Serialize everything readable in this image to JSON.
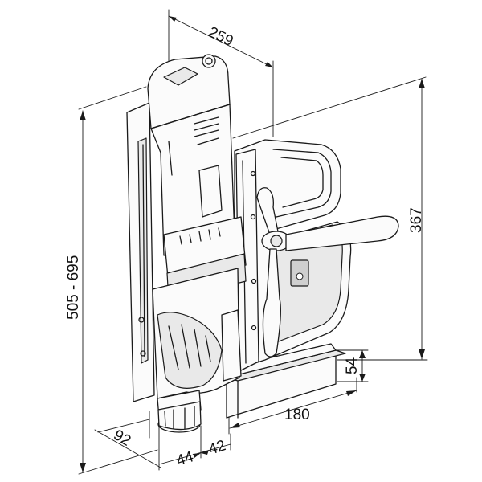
{
  "dimensions": {
    "top_depth": "259",
    "height_right": "367",
    "stroke_range": "505 - 695",
    "base_height": "54",
    "base_length": "180",
    "offset_left": "92",
    "spindle_a": "44",
    "spindle_b": "42"
  },
  "colors": {
    "line": "#1a1a1a",
    "background": "#ffffff",
    "shading": "#e9e9e9"
  }
}
